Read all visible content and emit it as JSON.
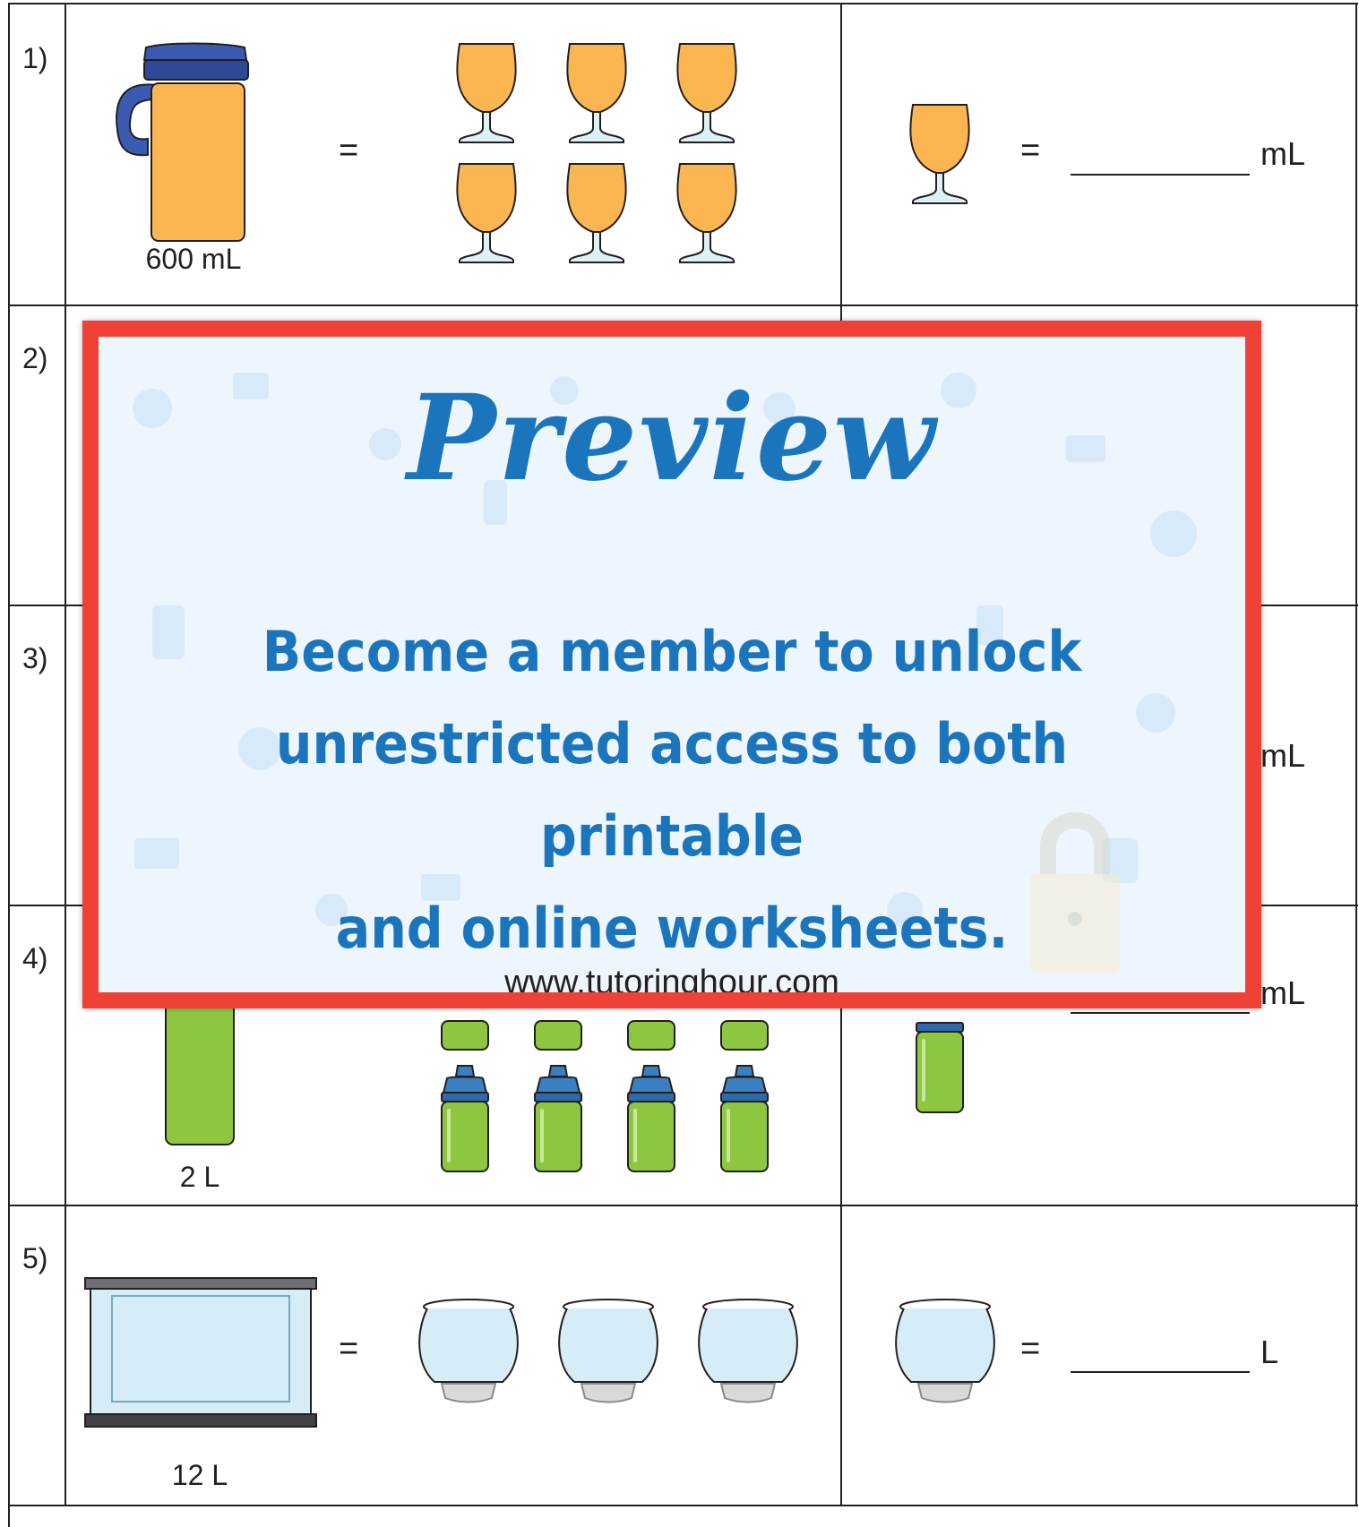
{
  "questions": [
    {
      "number": "1)",
      "capacity_label": "600 mL",
      "equals": "=",
      "answer_equals": "=",
      "unit": "mL"
    },
    {
      "number": "2)"
    },
    {
      "number": "3)",
      "unit": "mL"
    },
    {
      "number": "4)",
      "capacity_label": "2 L",
      "equals": "=",
      "answer_equals": "=",
      "unit": "mL"
    },
    {
      "number": "5)",
      "capacity_label": "12 L",
      "equals": "=",
      "answer_equals": "=",
      "unit": "L"
    }
  ],
  "overlay": {
    "title": "Preview",
    "message_lines": [
      "Become a member to unlock",
      "unrestricted access to both printable",
      "and online worksheets."
    ],
    "url": "www.tutoringhour.com"
  },
  "colors": {
    "juice": "#fbb652",
    "jug_lid": "#3b5bb3",
    "green_bottle": "#8dc63f",
    "blue_cap": "#3a7fc1",
    "water": "#d6edf7",
    "overlay_border": "#ef4136",
    "overlay_text": "#1b75bc"
  },
  "icons": [
    "jug-icon",
    "wine-glass-icon",
    "sippy-bottle-icon",
    "water-bottle-icon",
    "aquarium-icon",
    "fishbowl-icon",
    "lock-icon"
  ]
}
